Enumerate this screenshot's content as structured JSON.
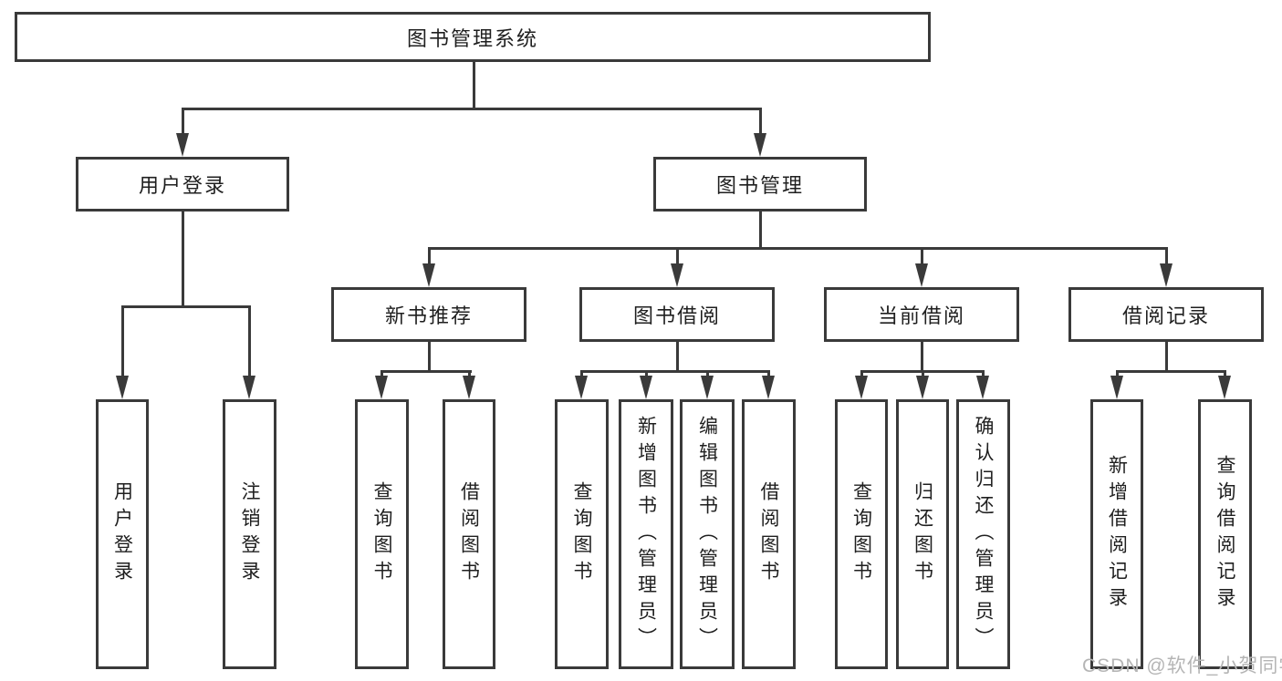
{
  "diagram": {
    "title": "图书管理系统",
    "root": "图书管理系统",
    "level2": {
      "user_login": "用户登录",
      "book_mgmt": "图书管理"
    },
    "level3": {
      "new_books": "新书推荐",
      "borrowing": "图书借阅",
      "current": "当前借阅",
      "records": "借阅记录"
    },
    "leaves": {
      "user_login": [
        "用户登录",
        "注销登录"
      ],
      "new_books": [
        "查询图书",
        "借阅图书"
      ],
      "borrowing": [
        "查询图书",
        "新增图书（管理员）",
        "编辑图书（管理员）",
        "借阅图书"
      ],
      "current": [
        "查询图书",
        "归还图书",
        "确认归还（管理员）"
      ],
      "records": [
        "新增借阅记录",
        "查询借阅记录"
      ]
    }
  },
  "watermark": "CSDN @软件_小贺同学",
  "colors": {
    "line": "#3a3a3a",
    "text": "#1f1f1f",
    "watermark": "#b5b5b5"
  }
}
